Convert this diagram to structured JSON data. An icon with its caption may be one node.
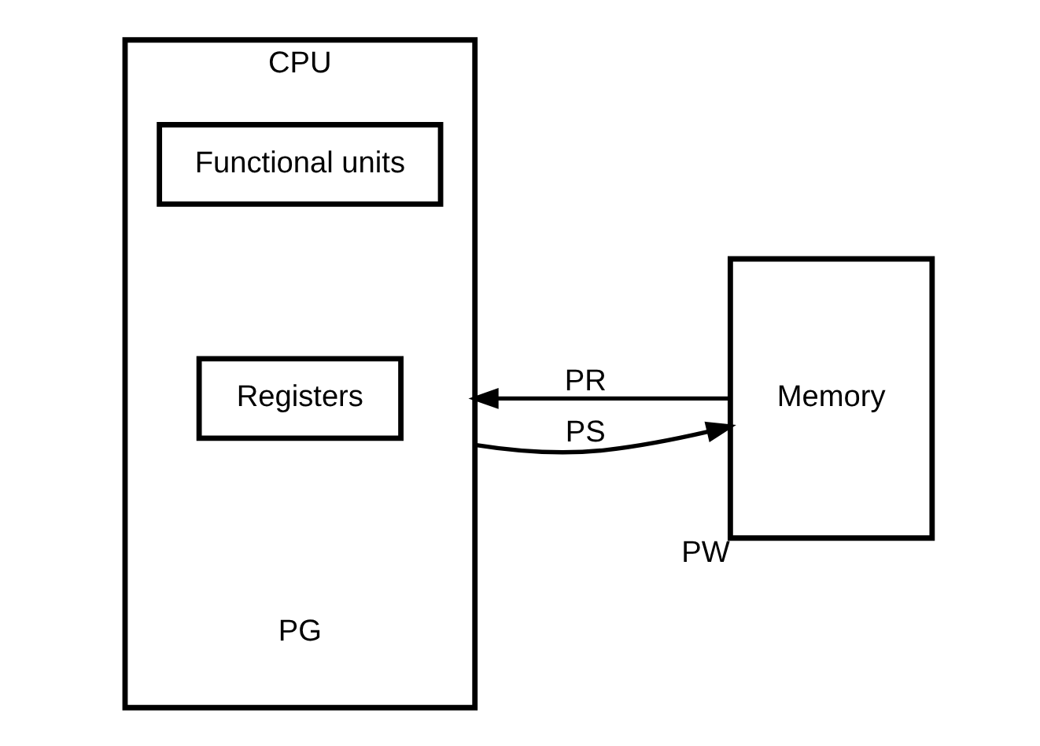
{
  "diagram": {
    "nodes": [
      {
        "text": [
          "CPU"
        ]
      },
      {
        "text": [
          "Functional units"
        ],
        "in": 0
      },
      {
        "text": [
          "Registers"
        ],
        "in": 0
      },
      {
        "text": [
          "Memory"
        ],
        "beside": [
          "PW"
        ]
      }
    ],
    "edges": [
      {
        "from": 3,
        "to": 0,
        "arrow": "to",
        "label": "PR"
      },
      {
        "from": 0,
        "to": 3,
        "arrow": "to",
        "label": "PS"
      }
    ],
    "labels": [
      "PG"
    ]
  }
}
